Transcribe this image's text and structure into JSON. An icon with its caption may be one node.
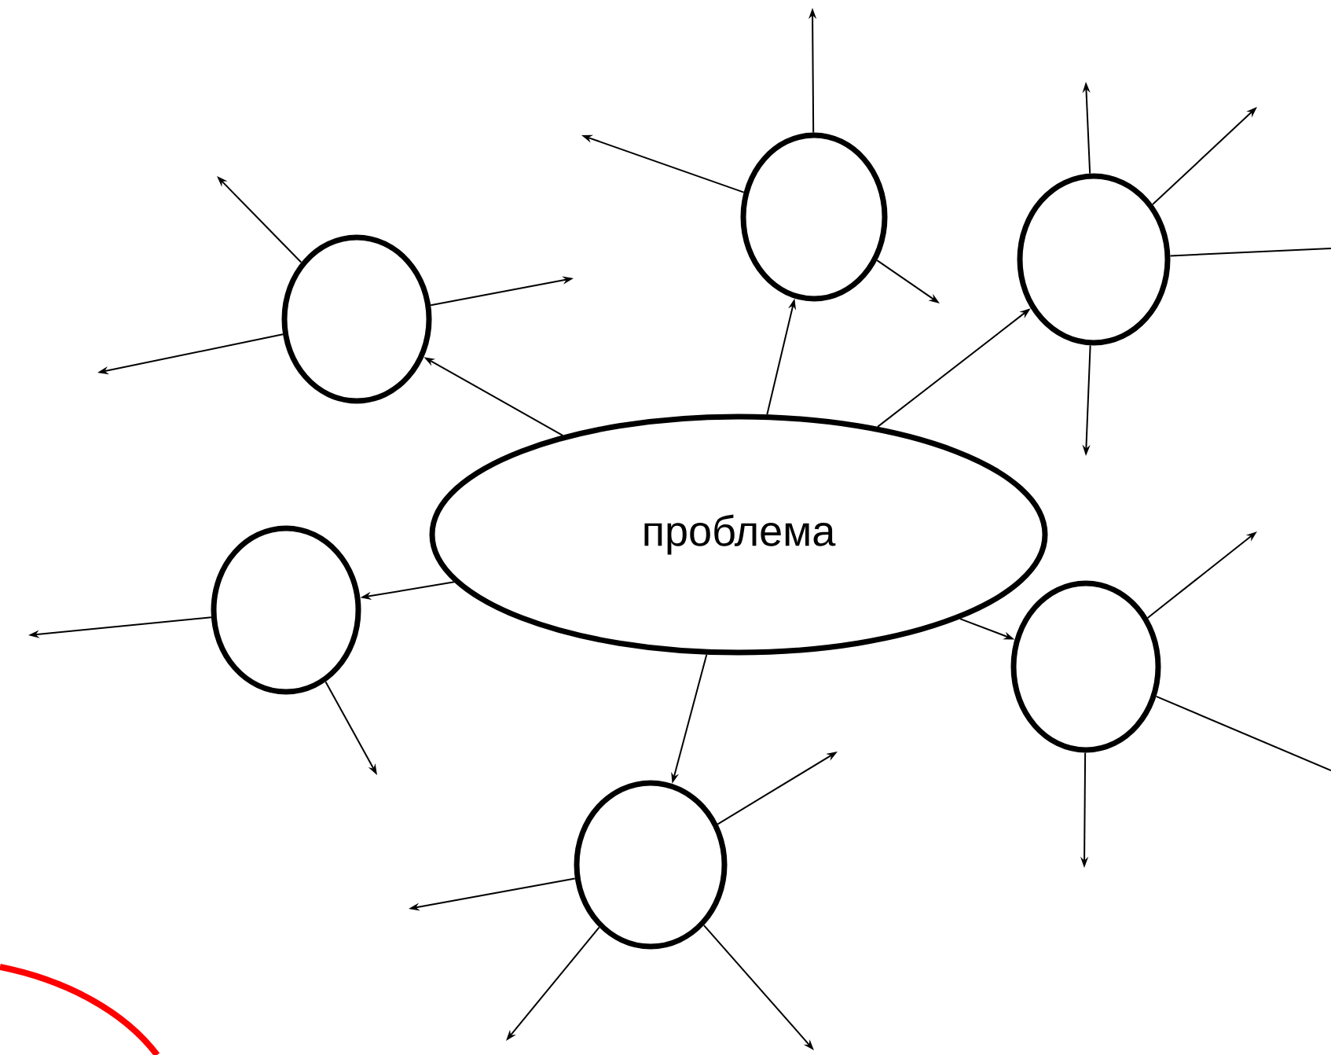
{
  "diagram": {
    "nodes": [
      {
        "text": [
          "проблема"
        ]
      },
      {
        "text": [],
        "shape": "circle"
      },
      {
        "text": [],
        "shape": "circle"
      },
      {
        "text": [],
        "shape": "circle"
      },
      {
        "text": [],
        "shape": "circle"
      },
      {
        "text": [],
        "shape": "circle"
      },
      {
        "text": [],
        "shape": "circle"
      }
    ],
    "edges": [
      {
        "from": 0,
        "to": 1,
        "arrow": "to"
      },
      {
        "from": 0,
        "to": 2,
        "arrow": "to"
      },
      {
        "from": 0,
        "to": 3,
        "arrow": "to"
      },
      {
        "from": 0,
        "to": 4,
        "arrow": "to"
      },
      {
        "from": 0,
        "to": 5,
        "arrow": "to"
      },
      {
        "from": 0,
        "to": 6,
        "arrow": "to"
      },
      {
        "from": 1,
        "to": null,
        "arrow": "to"
      },
      {
        "from": 1,
        "to": null,
        "arrow": "to"
      },
      {
        "from": 1,
        "to": null,
        "arrow": "to"
      },
      {
        "from": 2,
        "to": null,
        "arrow": "to"
      },
      {
        "from": 2,
        "to": null,
        "arrow": "to"
      },
      {
        "from": 2,
        "to": null,
        "arrow": "to"
      },
      {
        "from": 3,
        "to": null,
        "arrow": "to"
      },
      {
        "from": 3,
        "to": null,
        "arrow": "to"
      },
      {
        "from": 3,
        "to": null,
        "arrow": "none"
      },
      {
        "from": 3,
        "to": null,
        "arrow": "to"
      },
      {
        "from": 4,
        "to": null,
        "arrow": "to"
      },
      {
        "from": 4,
        "to": null,
        "arrow": "to"
      },
      {
        "from": 5,
        "to": null,
        "arrow": "to"
      },
      {
        "from": 5,
        "to": null,
        "arrow": "none"
      },
      {
        "from": 5,
        "to": null,
        "arrow": "to"
      },
      {
        "from": 6,
        "to": null,
        "arrow": "to"
      },
      {
        "from": 6,
        "to": null,
        "arrow": "to"
      },
      {
        "from": 6,
        "to": null,
        "arrow": "to"
      },
      {
        "from": 6,
        "to": null,
        "arrow": "to"
      }
    ]
  }
}
